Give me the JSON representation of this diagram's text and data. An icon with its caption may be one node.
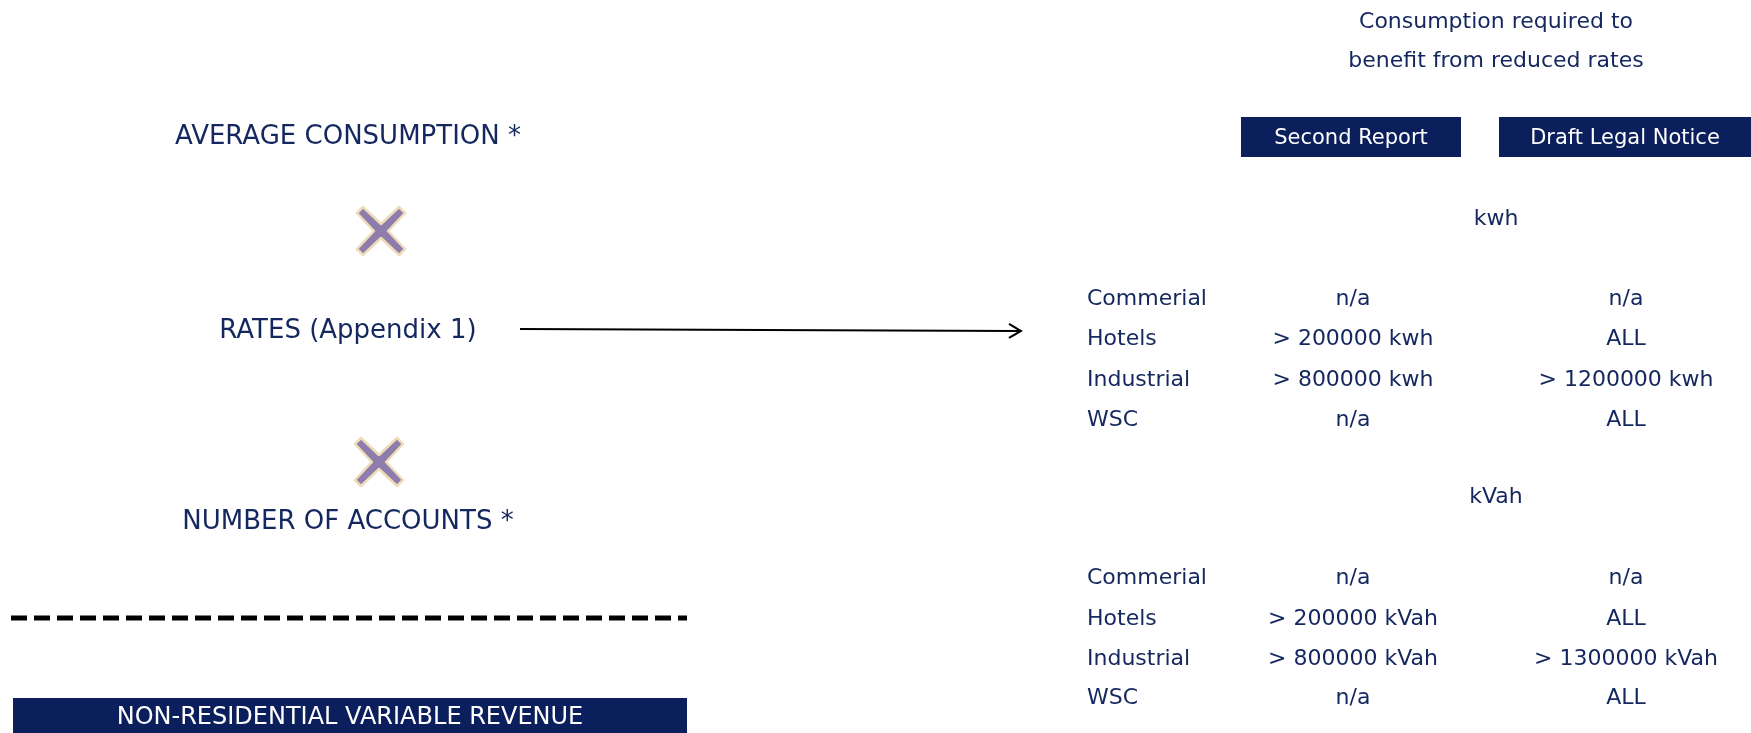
{
  "diagram": {
    "nodes": [
      {
        "text": [
          "Second Report"
        ]
      },
      {
        "text": [
          "Draft Legal Notice"
        ]
      },
      {
        "text": [
          "RATES (Appendix 1)"
        ]
      },
      {
        "text": [],
        "shape": "table"
      },
      {
        "text": [
          "NON-RESIDENTIAL VARIABLE REVENUE"
        ]
      }
    ],
    "edges": [
      {
        "from": 2,
        "to": 3,
        "arrow": "to"
      }
    ],
    "labels": [
      "Consumption required to benefit from reduced rates",
      "AVERAGE CONSUMPTION *",
      "kwh",
      "Commerial",
      "n/a",
      "n/a",
      "Hotels",
      "> 200000 kwh",
      "ALL",
      "Industrial",
      "> 800000 kwh",
      "> 1200000 kwh",
      "WSC",
      "n/a",
      "ALL",
      "kVah",
      "NUMBER OF ACCOUNTS *",
      "Commerial",
      "n/a",
      "n/a",
      "Hotels",
      "> 200000 kVah",
      "ALL",
      "Industrial",
      "> 800000 kVah",
      "> 1300000 kVah",
      "WSC",
      "n/a",
      "ALL"
    ]
  }
}
